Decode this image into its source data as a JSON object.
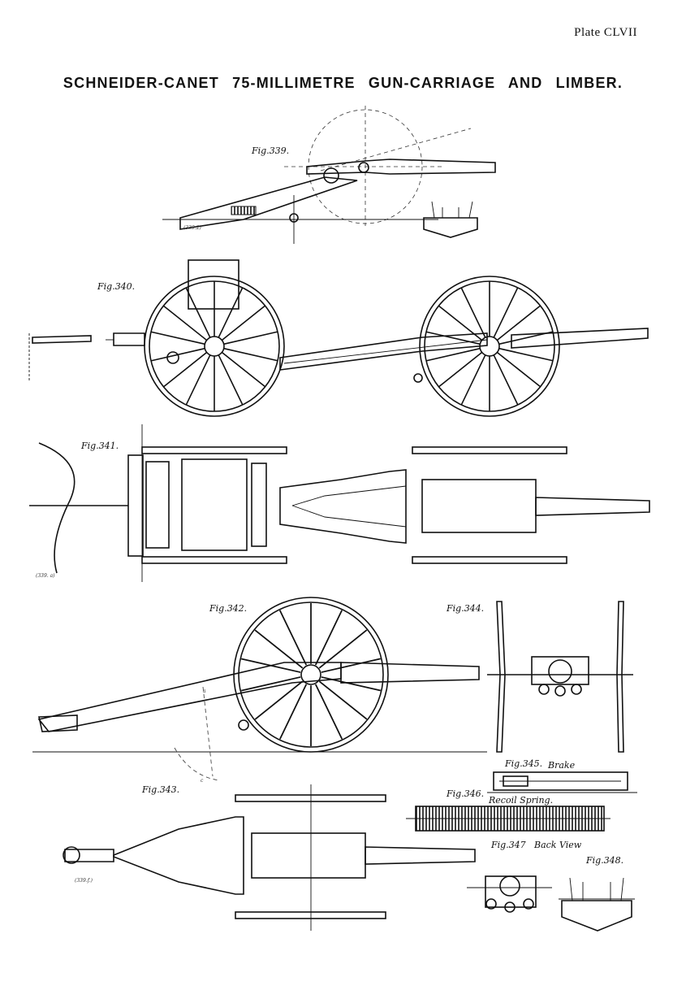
{
  "plate": {
    "label": "Plate CLVII"
  },
  "title": "SCHNEIDER-CANET 75-MILLIMETRE GUN-CARRIAGE AND LIMBER.",
  "figures": {
    "f339": "Fig.339.",
    "f340": "Fig.340.",
    "f341": "Fig.341.",
    "f342": "Fig.342.",
    "f343": "Fig.343.",
    "f344": "Fig.344.",
    "f345": "Fig.345.",
    "f346": "Fig.346.",
    "f347": "Fig.347",
    "f348": "Fig.348."
  },
  "captions": {
    "brake": "Brake",
    "recoil_spring": "Recoil Spring.",
    "back_view": "Back View"
  },
  "marks": {
    "a": "a",
    "c": "c",
    "n1": "(339.2)",
    "n2": "(339. a)",
    "n3": "(339.f.)"
  }
}
